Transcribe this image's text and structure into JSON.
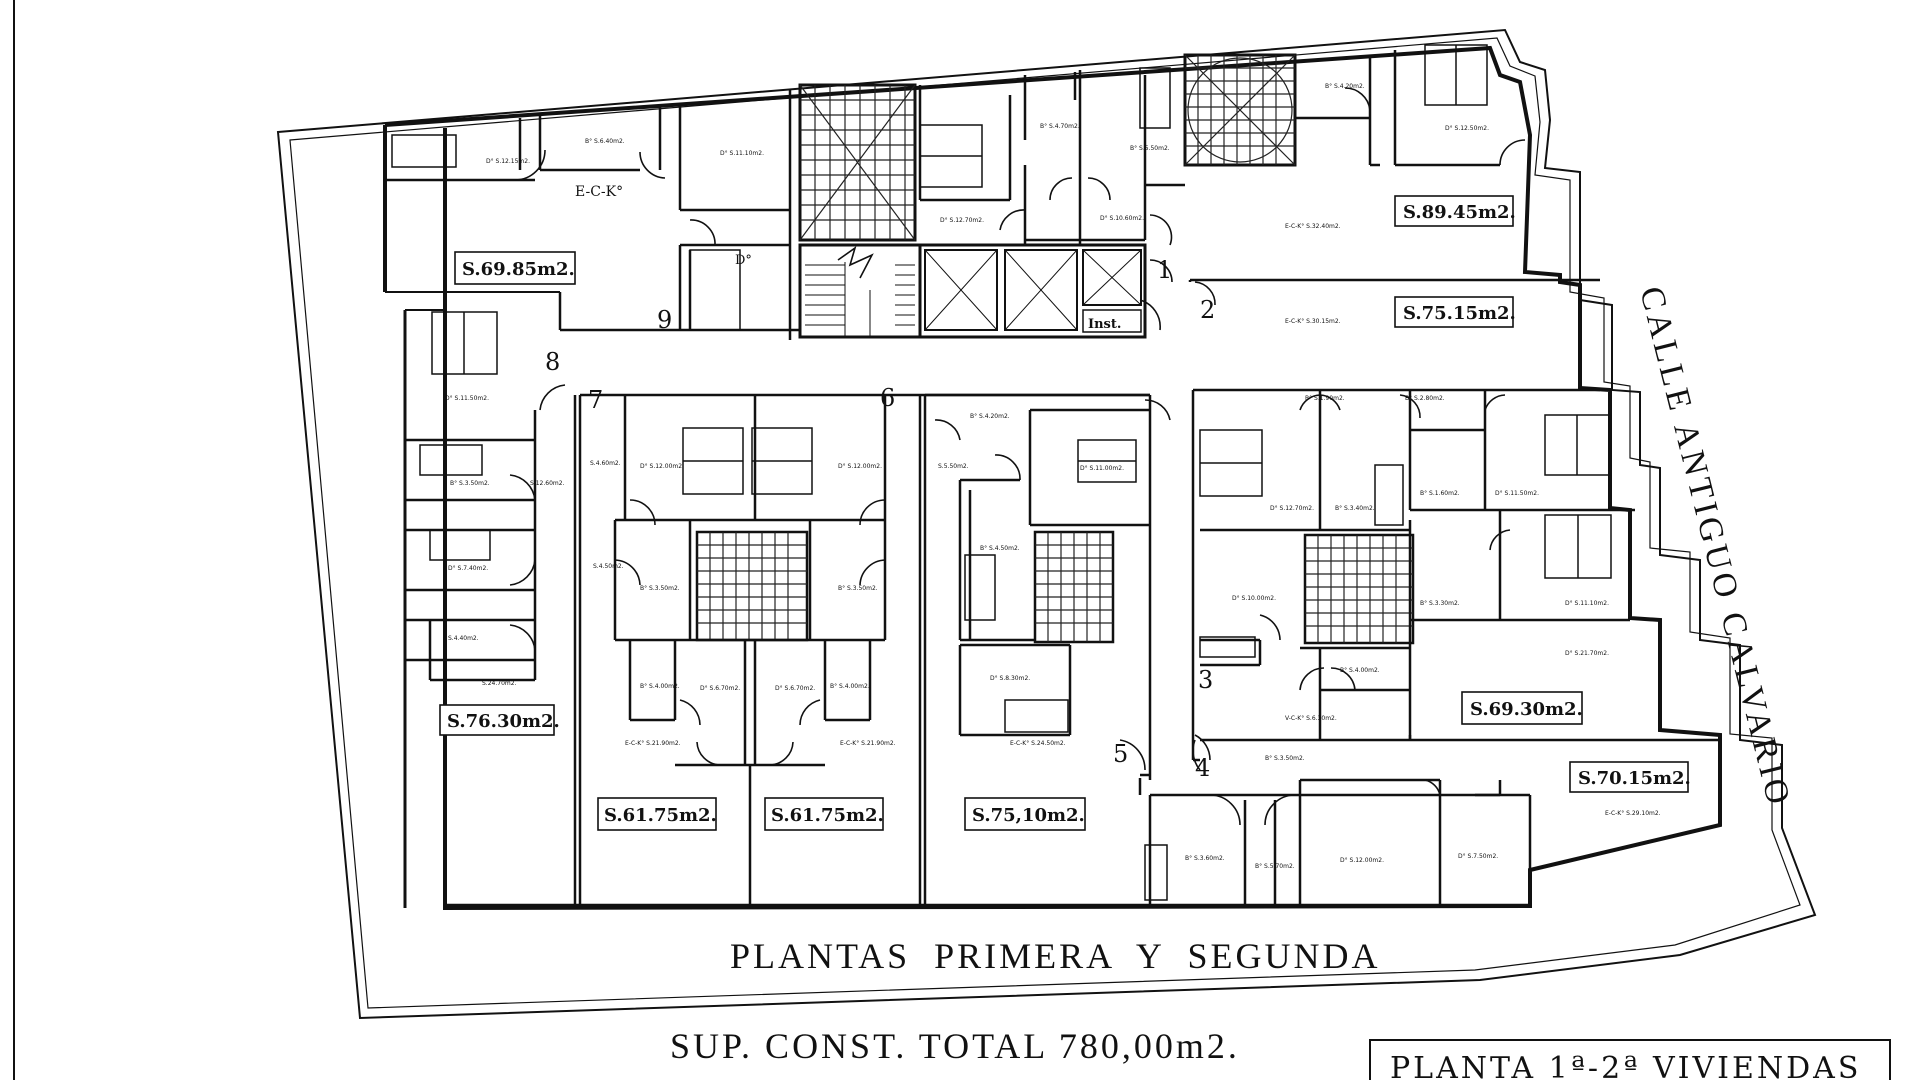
{
  "plan": {
    "title": "PLANTAS  PRIMERA  Y  SEGUNDA",
    "total_area": "SUP. CONST. TOTAL 780,00m2.",
    "street_name": "CALLE ANTIGUO CALVARIO",
    "corner_label": "PLANTA 1ª-2ª VIVIENDAS",
    "room_code": "E-C-K°",
    "room_small": "D°",
    "inst_label": "Inst.",
    "unit_areas": [
      "S.69.85m2.",
      "S.89.45m2.",
      "S.75.15m2.",
      "S.76.30m2.",
      "S.61.75m2.",
      "S.61.75m2.",
      "S.75,10m2.",
      "S.69.30m2.",
      "S.70.15m2."
    ],
    "door_numbers": [
      "1",
      "2",
      "3",
      "4",
      "5",
      "6",
      "7",
      "8",
      "9"
    ]
  }
}
